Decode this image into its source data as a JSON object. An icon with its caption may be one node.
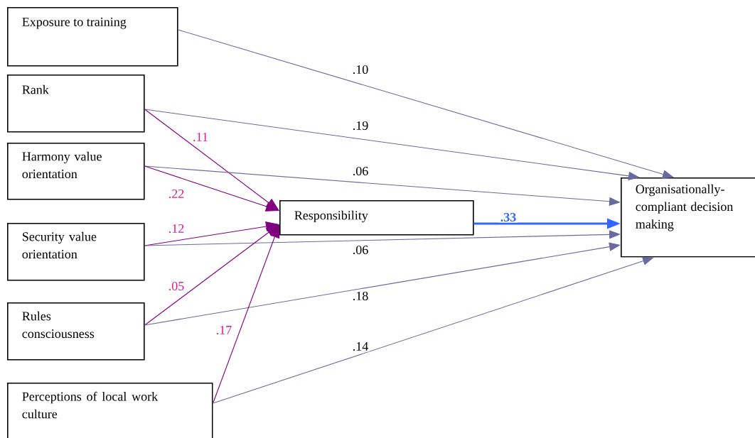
{
  "diagram": {
    "nodes": [
      {
        "text": [
          "Exposure to training"
        ]
      },
      {
        "text": [
          "Rank"
        ]
      },
      {
        "text": [
          "Harmony value orientation"
        ]
      },
      {
        "text": [
          "Security value orientation"
        ]
      },
      {
        "text": [
          "Rules consciousness"
        ]
      },
      {
        "text": [
          "Perceptions of local work culture"
        ]
      },
      {
        "text": [
          "Responsibility"
        ]
      },
      {
        "text": [
          "Organisationally-compliant decision making"
        ]
      }
    ],
    "edges": [
      {
        "from": 0,
        "to": 7,
        "arrow": "to",
        "label": ".10"
      },
      {
        "from": 1,
        "to": 7,
        "arrow": "to",
        "label": ".19"
      },
      {
        "from": 1,
        "to": 6,
        "arrow": "to",
        "label": ".11",
        "color": "#800080"
      },
      {
        "from": 2,
        "to": 7,
        "arrow": "to",
        "label": ".06"
      },
      {
        "from": 2,
        "to": 6,
        "arrow": "to",
        "label": ".22",
        "color": "#800080"
      },
      {
        "from": 3,
        "to": 6,
        "arrow": "to",
        "label": ".12",
        "color": "#800080"
      },
      {
        "from": 3,
        "to": 7,
        "arrow": "to",
        "label": ".06"
      },
      {
        "from": 4,
        "to": 6,
        "arrow": "to",
        "label": ".05",
        "color": "#800080"
      },
      {
        "from": 4,
        "to": 7,
        "arrow": "to",
        "label": ".18"
      },
      {
        "from": 5,
        "to": 6,
        "arrow": "to",
        "label": ".17",
        "color": "#800080"
      },
      {
        "from": 5,
        "to": 7,
        "arrow": "to",
        "label": ".14"
      },
      {
        "from": 6,
        "to": 7,
        "arrow": "to",
        "label": ".33",
        "style": "thick",
        "color": "#3366ff"
      }
    ]
  }
}
